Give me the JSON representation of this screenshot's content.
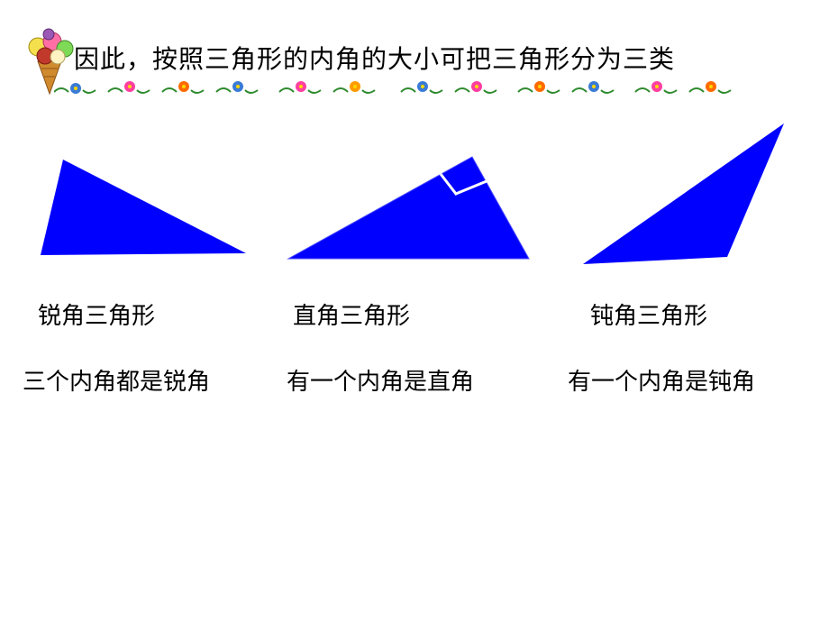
{
  "title": "因此，按照三角形的内角的大小可把三角形分为三类",
  "colors": {
    "triangle_fill": "#0000ff",
    "right_angle_mark": "#ffffff"
  },
  "triangles": [
    {
      "name": "锐角三角形",
      "description": "三个内角都是锐角"
    },
    {
      "name": "直角三角形",
      "description": "有一个内角是直角"
    },
    {
      "name": "钝角三角形",
      "description": "有一个内角是钝角"
    }
  ],
  "decorations": [
    "ice-cream-icon",
    "flower-border"
  ]
}
